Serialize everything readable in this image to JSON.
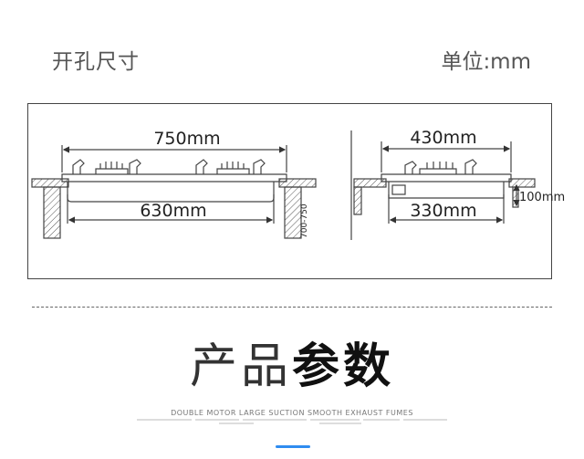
{
  "header": {
    "title": "开孔尺寸",
    "unit": "单位:mm"
  },
  "front_view": {
    "top_width": "750mm",
    "cutout_width": "630mm",
    "depth_range": "700-750"
  },
  "side_view": {
    "top_width": "430mm",
    "cutout_width": "330mm",
    "height": "100mm"
  },
  "heading": {
    "part1": "产品",
    "part2": "参数"
  },
  "subtitle": "DOUBLE MOTOR LARGE SUCTION SMOOTH EXHAUST FUMES",
  "colors": {
    "line": "#444444",
    "accent": "#2f8cf0"
  }
}
